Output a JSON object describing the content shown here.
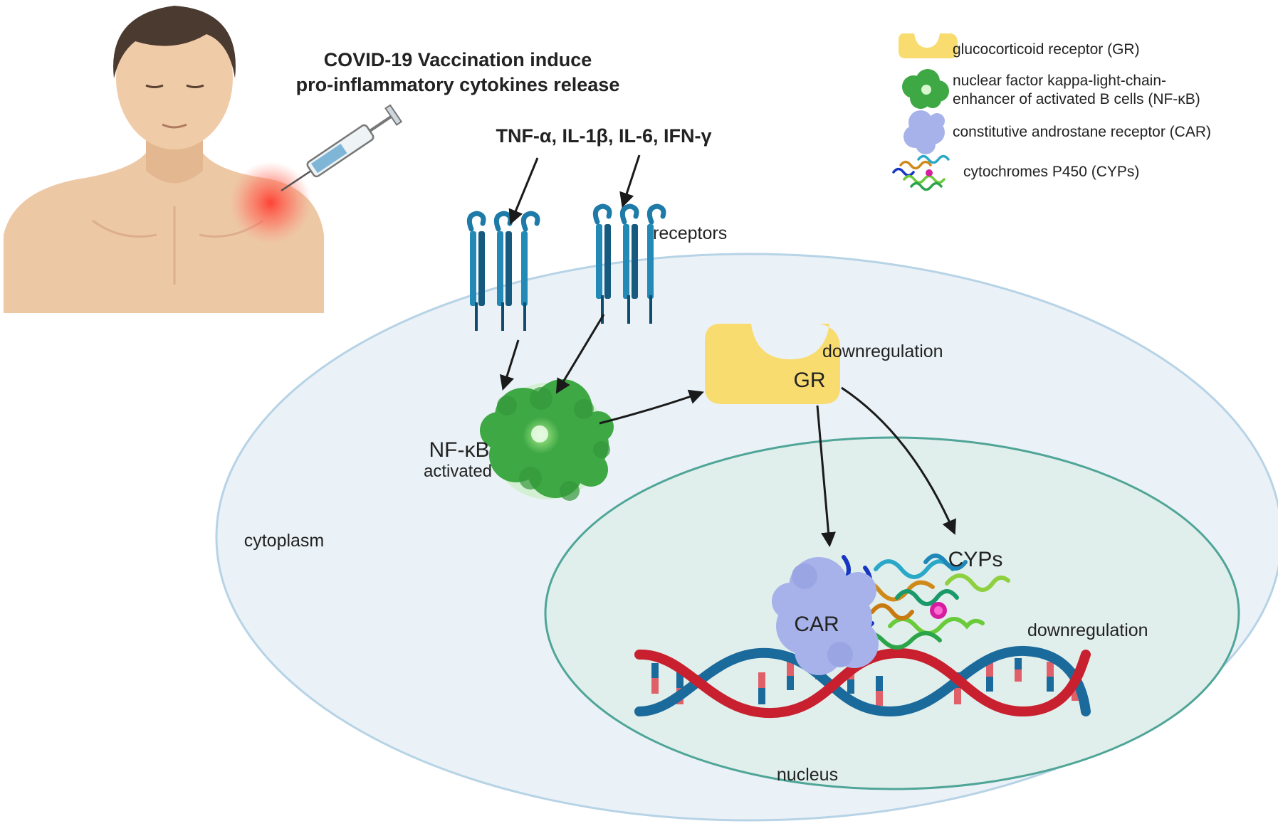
{
  "title": {
    "line1": "COVID-19 Vaccination induce",
    "line2": "pro-inflammatory cytokines release"
  },
  "cytokines": "TNF-α, IL-1β, IL-6, IFN-γ",
  "labels": {
    "receptors": "receptors",
    "nfkb": "NF-κB",
    "nfkb_state": "activated",
    "gr": "GR",
    "gr_effect": "downregulation",
    "car": "CAR",
    "cyps": "CYPs",
    "cyps_effect": "downregulation",
    "cytoplasm": "cytoplasm",
    "nucleus": "nucleus"
  },
  "legend": [
    {
      "icon": "gr-shape-icon",
      "text": [
        "glucocorticoid receptor (GR)"
      ]
    },
    {
      "icon": "nfkb-protein-icon",
      "text": [
        "nuclear factor kappa-light-chain-",
        "enhancer of activated B cells (NF-κB)"
      ]
    },
    {
      "icon": "car-protein-icon",
      "text": [
        "constitutive androstane receptor (CAR)"
      ]
    },
    {
      "icon": "cyp-structure-icon",
      "text": [
        "cytochromes P450 (CYPs)"
      ]
    }
  ],
  "colors": {
    "cell_fill": "#eaf2f7",
    "cell_border": "#b7d3e6",
    "nucleus_fill": "#e1efec",
    "nucleus_border": "#4fa597",
    "gr": "#f8dc70",
    "nfkb": "#46b44a",
    "car": "#a7b2ea",
    "receptor": "#1e7aa6",
    "dna_red": "#c8202e",
    "dna_blue": "#1b6a9c",
    "skin": "#edc8a5",
    "hair": "#4a3a30"
  }
}
